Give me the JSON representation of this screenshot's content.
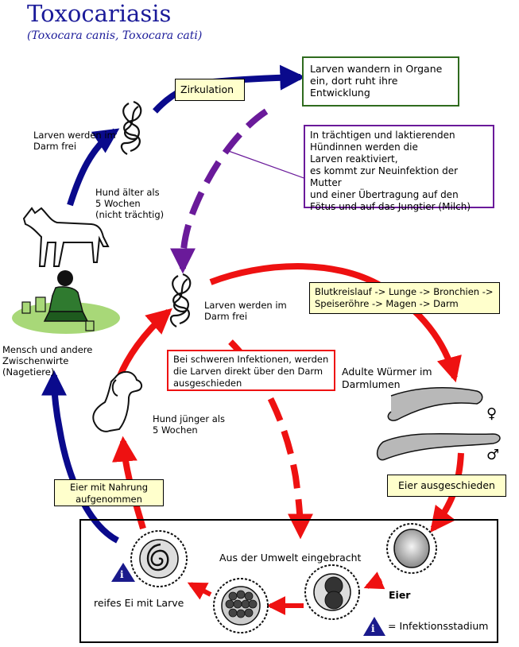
{
  "title": "Toxocariasis",
  "subtitle": "(Toxocara canis, Toxocara cati)",
  "boxes": {
    "zirkulation": "Zirkulation",
    "organe": [
      "Larven wandern in Organe",
      "ein, dort ruht ihre",
      "Entwicklung"
    ],
    "reaktiviert": [
      "In trächtigen und laktierenden",
      "Hündinnen werden die",
      "Larven reaktiviert,",
      "es kommt zur Neuinfektion der Mutter",
      "und einer Übertragung auf den",
      "Fötus und auf das Jungtier (Milch)"
    ],
    "blutkreislauf": [
      "Blutkreislauf -> Lunge -> Bronchien ->",
      "Speiseröhre -> Magen -> Darm"
    ],
    "schwere": [
      "Bei schweren Infektionen, werden",
      "die Larven direkt über den Darm",
      "ausgeschieden"
    ],
    "nahrung": [
      "Eier mit Nahrung",
      "aufgenommen"
    ],
    "eier_ausgeschieden": "Eier ausgeschieden"
  },
  "labels": {
    "larven_frei_top": [
      "Larven werden im",
      "Darm frei"
    ],
    "hund_aelter": [
      "Hund älter als",
      "5 Wochen",
      "(nicht trächtig)"
    ],
    "larven_frei_mid": [
      "Larven werden im",
      "Darm frei"
    ],
    "adulte": [
      "Adulte Würmer im",
      "Darmlumen"
    ],
    "mensch": [
      "Mensch und andere",
      "Zwischenwirte",
      "(Nagetiere)"
    ],
    "hund_juenger": [
      "Hund jünger als",
      "5 Wochen"
    ],
    "umwelt": "Aus der Umwelt eingebracht",
    "eier": "Eier",
    "reifes_ei": "reifes Ei mit Larve",
    "infektionsstadium": "= Infektionsstadium",
    "female": "♀",
    "male": "♂",
    "info_glyph": "i"
  },
  "colors": {
    "blue": "#0a0a8c",
    "red": "#ee1111",
    "purple": "#6a1a9a",
    "green": "#2f6b1e",
    "box_fill": "#ffffcc",
    "title": "#1a1a99"
  },
  "icons": [
    "larva-icon",
    "dog-icon",
    "puppy-icon",
    "child-icon",
    "worm-icon",
    "egg-icon",
    "info-triangle-icon"
  ]
}
